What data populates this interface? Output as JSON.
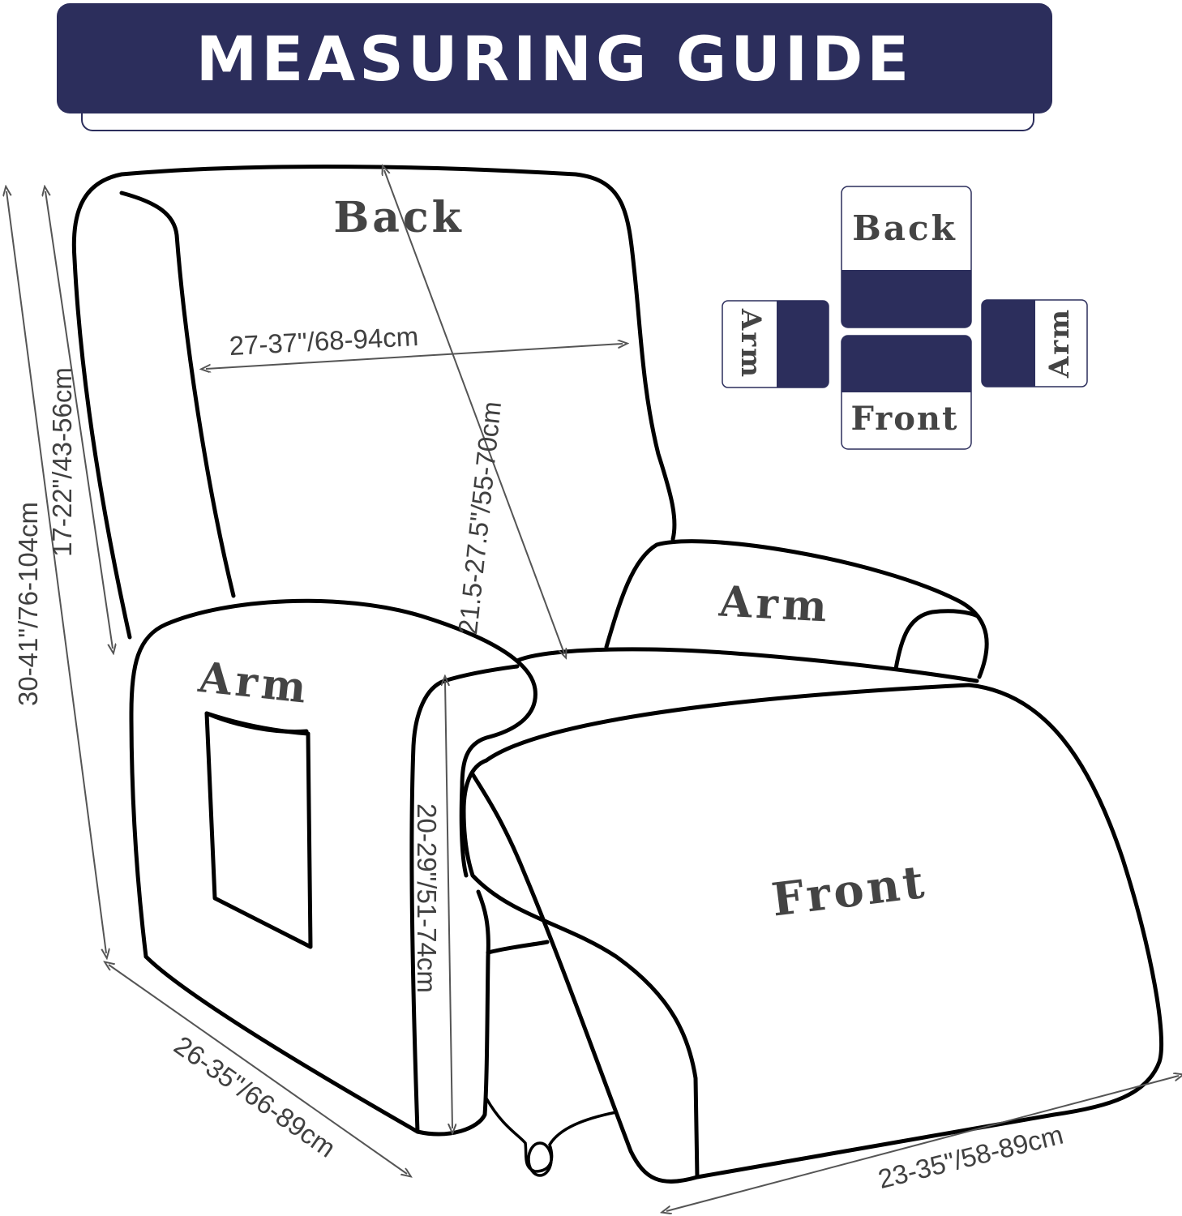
{
  "title": "MEASURING GUIDE",
  "colors": {
    "navy": "#2c2e5c",
    "outline": "#000000",
    "dim_line": "#555555",
    "label": "#444444"
  },
  "labels": {
    "back": "Back",
    "arm_left": "Arm",
    "arm_right": "Arm",
    "front": "Front"
  },
  "legend": {
    "back": "Back",
    "front": "Front",
    "arm_left": "Arm",
    "arm_right": "Arm"
  },
  "dimensions": {
    "total_height": "30-41\"/76-104cm",
    "back_height": "17-22\"/43-56cm",
    "back_width": "27-37\"/68-94cm",
    "back_diagonal": "21.5-27.5\"/55-70cm",
    "arm_height": "20-29\"/51-74cm",
    "depth": "26-35\"/66-89cm",
    "seat_width": "23-35\"/58-89cm"
  }
}
